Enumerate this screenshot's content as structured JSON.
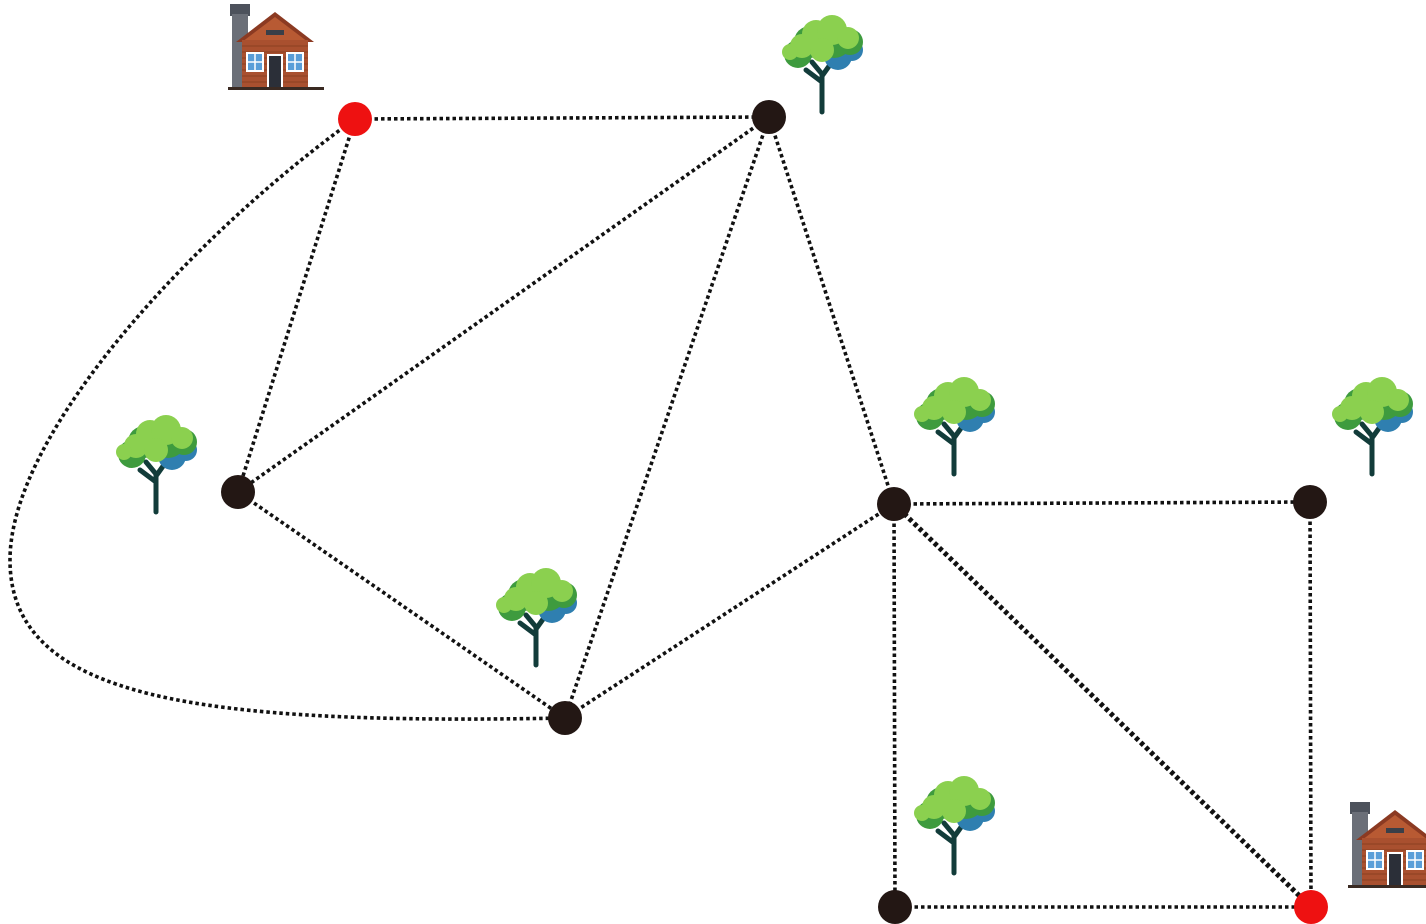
{
  "colors": {
    "background": "#ffffff",
    "edge": "#111111",
    "node_endpoint": "#ee1111",
    "node_junction": "#231714",
    "house_wall": "#a9502f",
    "house_roof": "#8b3a22",
    "house_chimney": "#6b6f78",
    "house_window": "#5a9ed8",
    "house_door": "#2b2f38",
    "tree_trunk": "#123c3a",
    "tree_foliage_light": "#8bd04f",
    "tree_foliage_dark": "#3e9b3e",
    "tree_foliage_blue": "#2f7fb0"
  },
  "nodes": [
    {
      "id": "A",
      "role": "endpoint"
    },
    {
      "id": "B",
      "role": "junction"
    },
    {
      "id": "C",
      "role": "junction"
    },
    {
      "id": "D",
      "role": "junction"
    },
    {
      "id": "E",
      "role": "junction"
    },
    {
      "id": "F",
      "role": "junction"
    },
    {
      "id": "G",
      "role": "junction"
    },
    {
      "id": "H",
      "role": "endpoint"
    }
  ],
  "edges": [
    {
      "from": "A",
      "to": "B"
    },
    {
      "from": "A",
      "to": "C"
    },
    {
      "from": "A",
      "to": "D",
      "curved": true
    },
    {
      "from": "B",
      "to": "C"
    },
    {
      "from": "B",
      "to": "D"
    },
    {
      "from": "B",
      "to": "E"
    },
    {
      "from": "C",
      "to": "D"
    },
    {
      "from": "D",
      "to": "E"
    },
    {
      "from": "E",
      "to": "F"
    },
    {
      "from": "E",
      "to": "G"
    },
    {
      "from": "E",
      "to": "H"
    },
    {
      "from": "F",
      "to": "H"
    },
    {
      "from": "G",
      "to": "H"
    }
  ],
  "icons": [
    {
      "type": "house-icon",
      "near": "A"
    },
    {
      "type": "house-icon",
      "near": "H"
    },
    {
      "type": "tree-icon"
    },
    {
      "type": "tree-icon"
    },
    {
      "type": "tree-icon"
    },
    {
      "type": "tree-icon"
    },
    {
      "type": "tree-icon"
    },
    {
      "type": "tree-icon"
    }
  ]
}
